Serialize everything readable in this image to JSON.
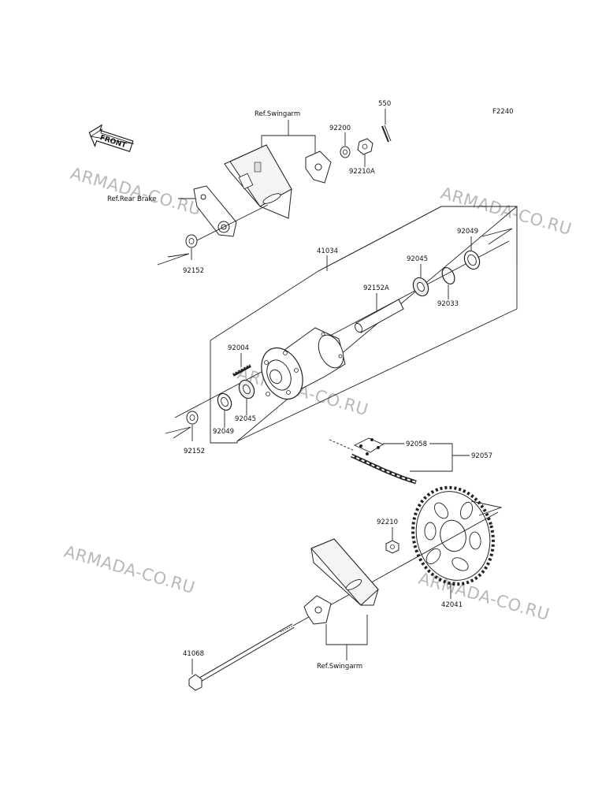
{
  "diagram": {
    "id": "F2240",
    "front_label": "FRONT",
    "references": {
      "swingarm_top": "Ref.Swingarm",
      "rear_brake": "Ref.Rear Brake",
      "swingarm_bottom": "Ref.Swingarm"
    },
    "parts": {
      "p550": "550",
      "p92200": "92200",
      "p92210A": "92210A",
      "p92152_top": "92152",
      "p41034": "41034",
      "p92049_top": "92049",
      "p92045_top": "92045",
      "p92152A": "92152A",
      "p92033": "92033",
      "p92004": "92004",
      "p92045_bottom": "92045",
      "p92049_bottom": "92049",
      "p92152_bottom": "92152",
      "p92058": "92058",
      "p92057": "92057",
      "p92210": "92210",
      "p42041": "42041",
      "p41068": "41068"
    },
    "watermarks": [
      "ARMADA-CO.RU",
      "ARMADA-CO.RU",
      "ARMADA-CO.RU",
      "ARMADA-CO.RU",
      "ARMADA-CO.RU"
    ]
  }
}
